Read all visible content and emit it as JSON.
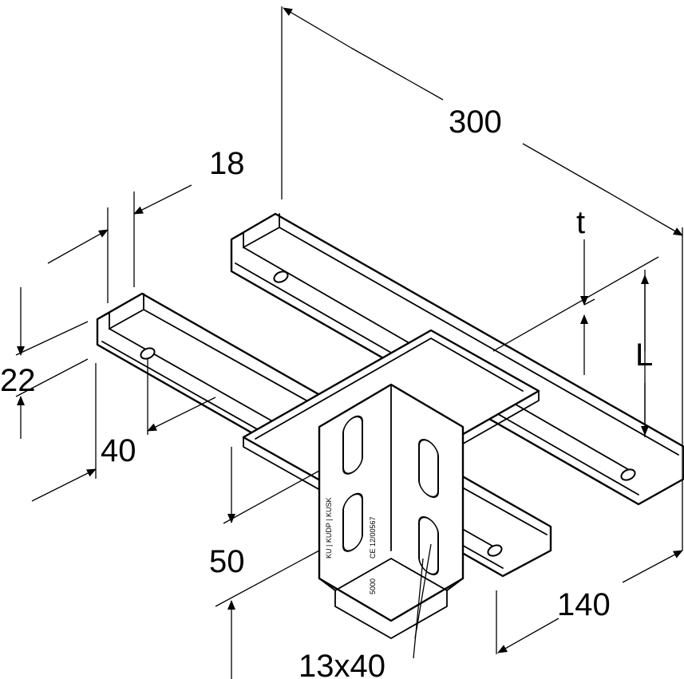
{
  "dimensions": {
    "length_300": "300",
    "width_18": "18",
    "height_22": "22",
    "width_40": "40",
    "height_50": "50",
    "width_140": "140",
    "slot_13x40": "13x40",
    "thickness_t": "t",
    "length_L": "L"
  },
  "stamp": {
    "line1": "KU | KUDP | KUSK",
    "line2": "CE 12/00567",
    "line3": "5000"
  },
  "colors": {
    "line": "#000000",
    "background": "#ffffff"
  }
}
